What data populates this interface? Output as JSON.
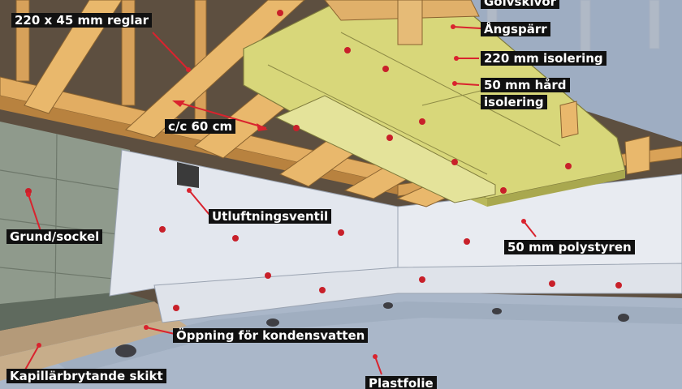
{
  "labels": {
    "reglar": "220 x 45 mm reglar",
    "golvskivor": "Golvskivor",
    "angsparr": "Ångspärr",
    "isolering220": "220 mm isolering",
    "hardisolering_line1": "50 mm hård",
    "hardisolering_line2": "isolering",
    "cc": "c/c 60 cm",
    "utluftning": "Utluftningsventil",
    "grund": "Grund/sockel",
    "polystyren": "50 mm polystyren",
    "oppning": "Öppning för kondensvatten",
    "kapillar": "Kapillärbrytande skikt",
    "plastfolie": "Plastfolie"
  },
  "colors": {
    "leader": "#d9232e",
    "wood": "#e7b46a",
    "insulation": "#d8d77a",
    "concrete": "#8f9a8c",
    "polystyrene": "#e4e8ef",
    "plastic_floor": "#a9b6c8",
    "label_bg": "#111111"
  }
}
